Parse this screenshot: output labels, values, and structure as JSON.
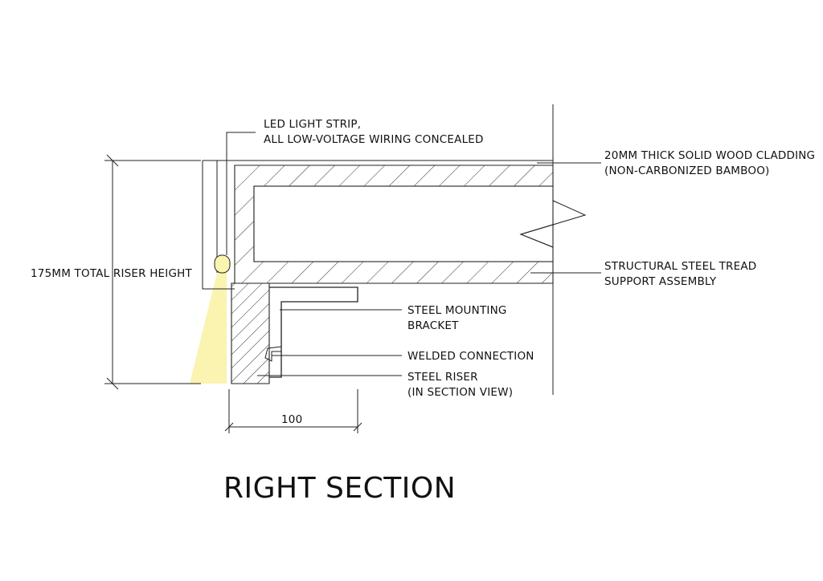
{
  "title": "RIGHT SECTION",
  "labels": {
    "led_line1": "LED LIGHT STRIP,",
    "led_line2": "ALL LOW-VOLTAGE WIRING CONCEALED",
    "cladding_line1": "20MM THICK SOLID WOOD CLADDING",
    "cladding_line2": "(NON-CARBONIZED BAMBOO)",
    "tread_line1": "STRUCTURAL STEEL TREAD",
    "tread_line2": "SUPPORT ASSEMBLY",
    "bracket_line1": "STEEL MOUNTING",
    "bracket_line2": "BRACKET",
    "weld": "WELDED CONNECTION",
    "riser_line1": "STEEL RISER",
    "riser_line2": "(IN SECTION VIEW)",
    "riser_height": "175MM TOTAL RISER HEIGHT",
    "dim_width": "100"
  },
  "colors": {
    "line": "#222222",
    "led_light": "#fbf3b0"
  }
}
